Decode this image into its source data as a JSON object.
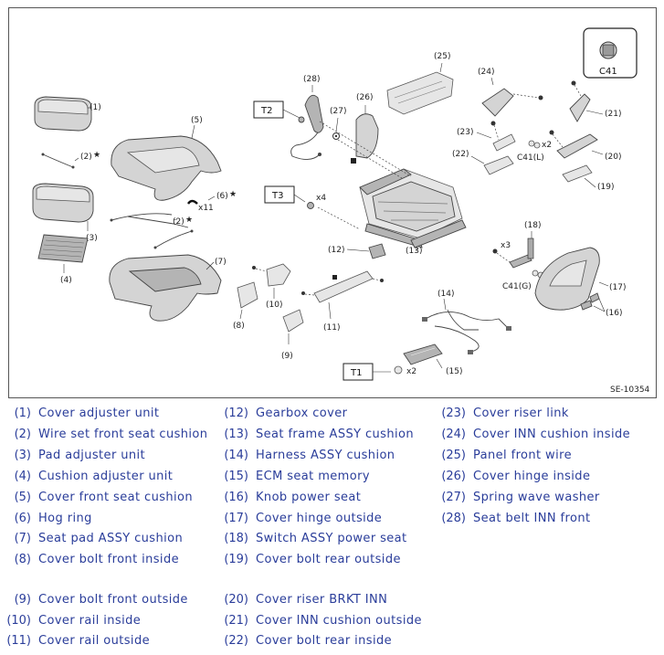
{
  "diagram": {
    "code": "SE-10354",
    "boxed_labels": [
      "T1",
      "T2",
      "T3",
      "C41"
    ],
    "callouts": {
      "p1": "(1)",
      "p2a": "(2)",
      "p2b": "(2)",
      "p3": "(3)",
      "p4": "(4)",
      "p5": "(5)",
      "p6": "(6)",
      "p7": "(7)",
      "p8": "(8)",
      "p9": "(9)",
      "p10": "(10)",
      "p11": "(11)",
      "p12": "(12)",
      "p13": "(13)",
      "p14": "(14)",
      "p15": "(15)",
      "p16": "(16)",
      "p17": "(17)",
      "p18": "(18)",
      "p19": "(19)",
      "p20": "(20)",
      "p21": "(21)",
      "p22": "(22)",
      "p23": "(23)",
      "p24": "(24)",
      "p25": "(25)",
      "p26": "(26)",
      "p27": "(27)",
      "p28": "(28)"
    },
    "quantities": {
      "q11": "x11",
      "q4": "x4",
      "q3": "x3",
      "q2a": "x2",
      "q2b": "x2"
    },
    "connectors": {
      "c41l": "C41(L)",
      "c41g": "C41(G)"
    },
    "star": "★"
  },
  "legend": [
    {
      "num": "(1)",
      "name": "Cover adjuster unit"
    },
    {
      "num": "(2)",
      "name": "Wire set front seat cushion"
    },
    {
      "num": "(3)",
      "name": "Pad adjuster unit"
    },
    {
      "num": "(4)",
      "name": "Cushion adjuster unit"
    },
    {
      "num": "(5)",
      "name": "Cover front seat cushion"
    },
    {
      "num": "(6)",
      "name": "Hog ring"
    },
    {
      "num": "(7)",
      "name": "Seat pad ASSY cushion"
    },
    {
      "num": "(8)",
      "name": "Cover bolt front inside"
    },
    {
      "num": "(9)",
      "name": "Cover bolt front outside"
    },
    {
      "num": "(10)",
      "name": "Cover rail inside"
    },
    {
      "num": "(11)",
      "name": "Cover rail outside"
    },
    {
      "num": "(12)",
      "name": "Gearbox cover"
    },
    {
      "num": "(13)",
      "name": "Seat frame ASSY cushion"
    },
    {
      "num": "(14)",
      "name": "Harness ASSY cushion"
    },
    {
      "num": "(15)",
      "name": "ECM seat memory"
    },
    {
      "num": "(16)",
      "name": "Knob power seat"
    },
    {
      "num": "(17)",
      "name": "Cover hinge outside"
    },
    {
      "num": "(18)",
      "name": "Switch ASSY power seat"
    },
    {
      "num": "(19)",
      "name": "Cover bolt rear outside"
    },
    {
      "num": "(20)",
      "name": "Cover riser BRKT INN"
    },
    {
      "num": "(21)",
      "name": "Cover INN cushion outside"
    },
    {
      "num": "(22)",
      "name": "Cover bolt rear inside"
    },
    {
      "num": "(23)",
      "name": "Cover riser link"
    },
    {
      "num": "(24)",
      "name": "Cover INN cushion inside"
    },
    {
      "num": "(25)",
      "name": "Panel front wire"
    },
    {
      "num": "(26)",
      "name": "Cover hinge inside"
    },
    {
      "num": "(27)",
      "name": "Spring wave washer"
    },
    {
      "num": "(28)",
      "name": "Seat belt INN front"
    }
  ]
}
